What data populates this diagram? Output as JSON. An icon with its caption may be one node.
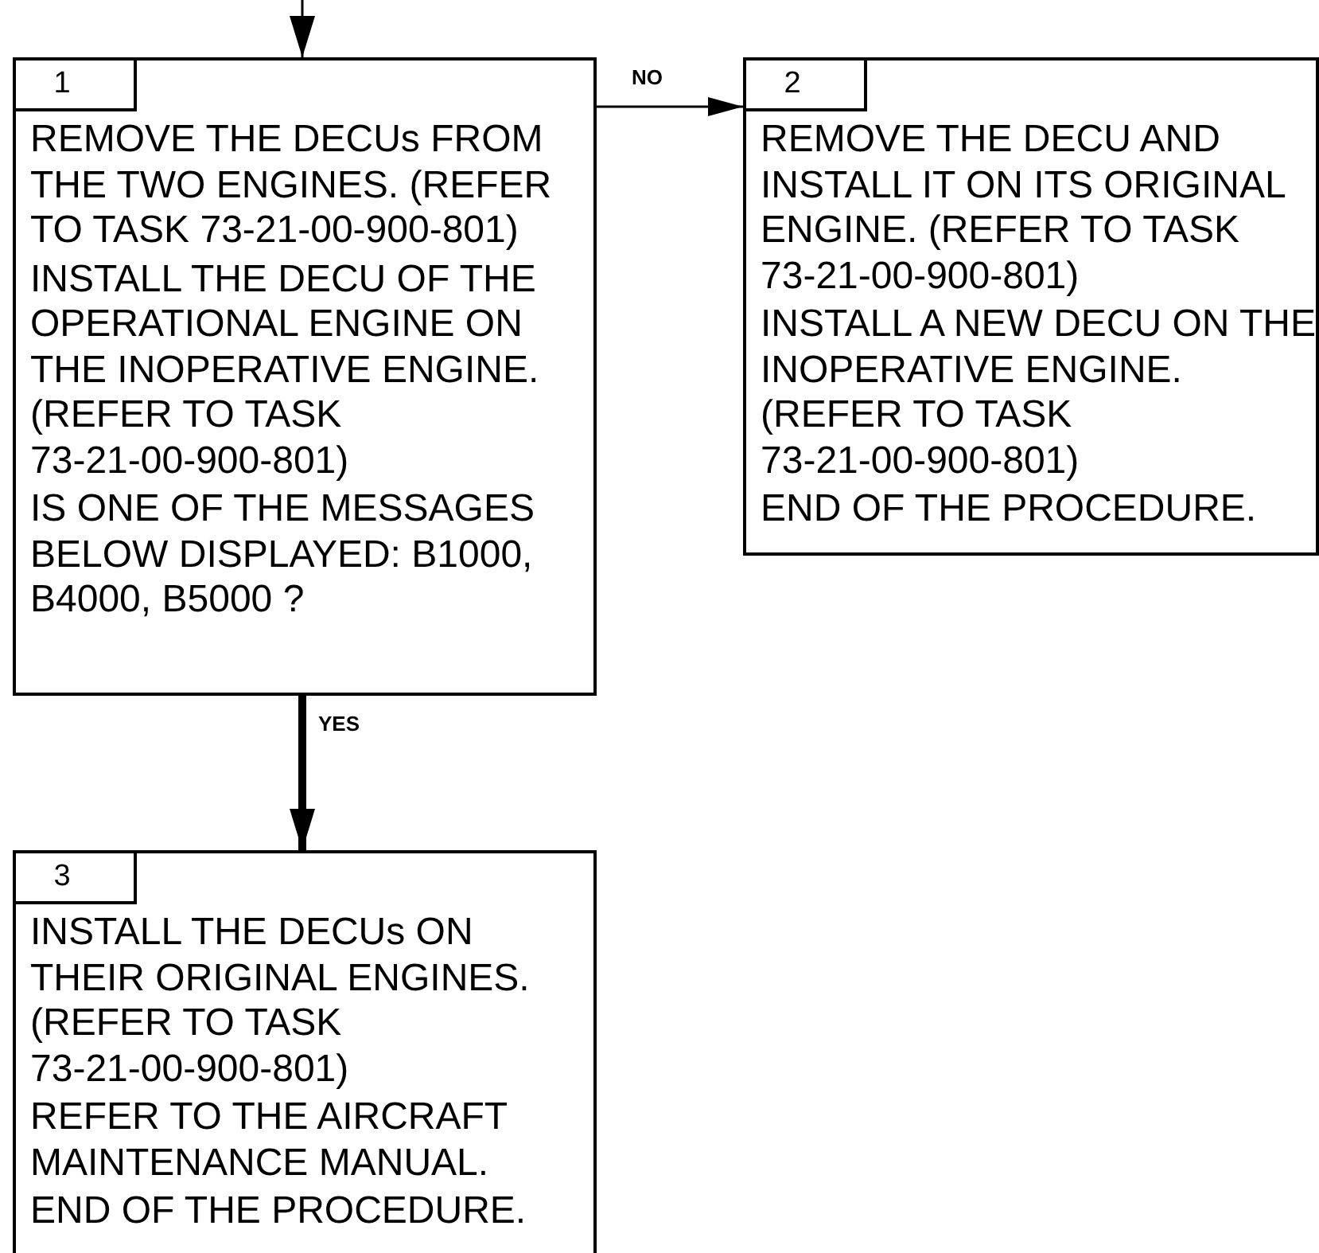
{
  "diagram": {
    "nodes": [
      {
        "text": [
          "1",
          "REMOVE THE DECUs FROM THE TWO ENGINES. (REFER TO TASK 73-21-00-900-801)",
          "INSTALL THE DECU OF THE OPERATIONAL ENGINE ON THE INOPERATIVE ENGINE. (REFER TO TASK 73-21-00-900-801)",
          "IS ONE OF THE MESSAGES BELOW DISPLAYED: B1000, B4000, B5000 ?"
        ]
      },
      {
        "text": [
          "2",
          "REMOVE THE DECU AND INSTALL IT ON ITS ORIGINAL ENGINE. (REFER TO TASK 73-21-00-900-801)",
          "INSTALL A NEW DECU ON THE INOPERATIVE ENGINE. (REFER TO TASK 73-21-00-900-801)",
          "END OF THE PROCEDURE."
        ]
      },
      {
        "text": [
          "3",
          "INSTALL THE DECUs ON THEIR ORIGINAL ENGINES. (REFER TO TASK 73-21-00-900-801)",
          "REFER TO THE AIRCRAFT MAINTENANCE MANUAL.",
          "END OF THE PROCEDURE."
        ]
      }
    ],
    "edges": [
      {
        "from": null,
        "to": 0,
        "arrow": "to"
      },
      {
        "from": 0,
        "to": 1,
        "arrow": "to",
        "label": "NO"
      },
      {
        "from": 0,
        "to": 2,
        "arrow": "to",
        "label": "YES",
        "style": "thick"
      }
    ]
  }
}
